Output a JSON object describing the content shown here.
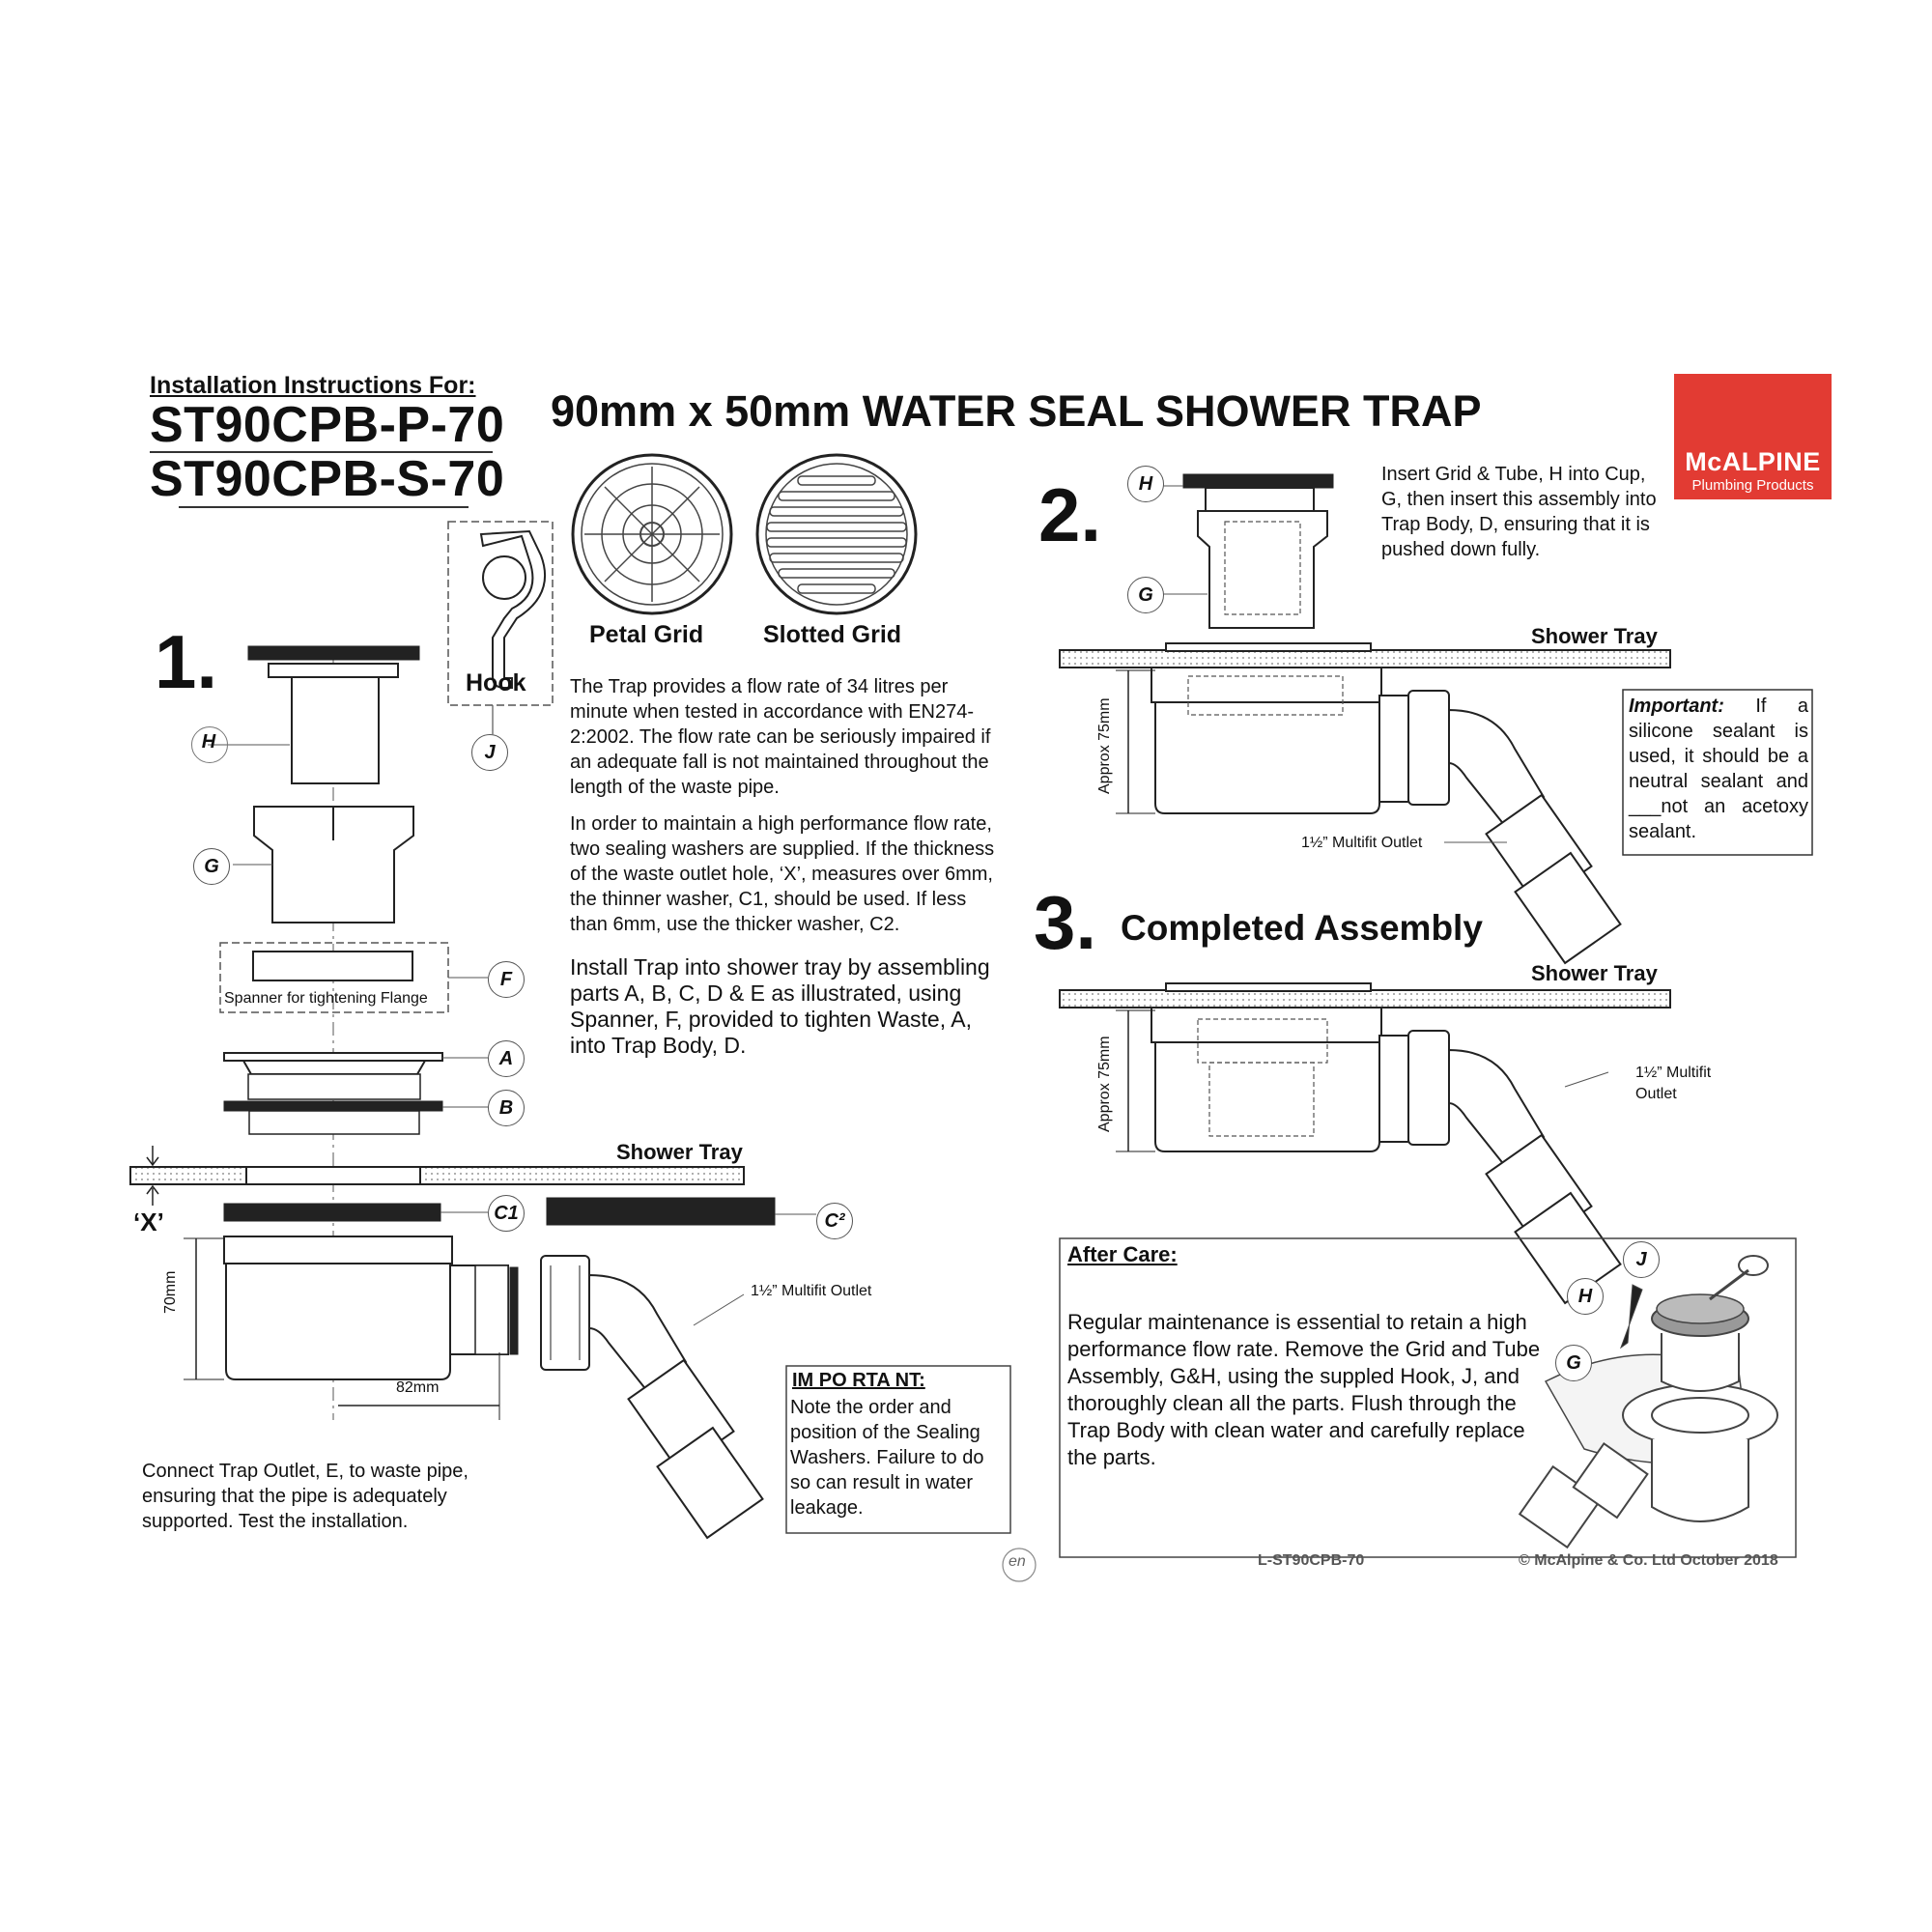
{
  "header": {
    "label": "Installation Instructions For:",
    "model_1": "ST90CPB-P-70",
    "model_2": "ST90CPB-S-70",
    "title": "90mm x 50mm WATER SEAL SHOWER TRAP"
  },
  "logo": {
    "brand": "McALPINE",
    "tagline": "Plumbing Products",
    "color": "#e23b33"
  },
  "grids": {
    "petal": "Petal Grid",
    "slotted": "Slotted Grid",
    "hook": "Hook"
  },
  "step1": {
    "number": "1.",
    "labels": {
      "H": "H",
      "G": "G",
      "F": "F",
      "A": "A",
      "B": "B",
      "J": "J",
      "C1": "C1",
      "C2": "C²",
      "X": "‘X’"
    },
    "spanner": "Spanner for tightening Flange",
    "shower_tray": "Shower Tray",
    "dim_70": "70mm",
    "dim_82": "82mm",
    "outlet": "1½” Multifit Outlet",
    "connect_text": "Connect Trap Outlet, E, to waste pipe, ensuring that the pipe is adequately supported. Test the installation."
  },
  "description": {
    "para1": "The Trap provides a flow rate of 34 litres per minute when tested in accordance with EN274-2:2002. The flow rate can be seriously impaired if an adequate fall is not maintained throughout the length of the waste pipe.",
    "para2": "In order to maintain a high performance flow rate, two sealing washers are supplied. If the thickness of the waste outlet hole, ‘X’, measures over 6mm, the thinner washer, C1, should be used. If less than 6mm, use the thicker washer, C2.",
    "para3": "Install Trap into shower tray by assembling parts A, B, C, D & E as illustrated, using Spanner, F, provided to tighten Waste, A, into Trap Body, D."
  },
  "important_box": {
    "title": "IM PO RTA NT:",
    "text": "Note the order and position of the Sealing Washers. Failure to do so can result in water leakage."
  },
  "step2": {
    "number": "2.",
    "text": "Insert Grid & Tube, H into Cup, G, then insert this assembly into Trap Body, D, ensuring that it is pushed down fully.",
    "label_h": "H",
    "label_g": "G",
    "shower_tray": "Shower Tray",
    "approx": "Approx 75mm",
    "outlet": "1½” Multifit Outlet"
  },
  "important_sealant": {
    "title": "Important:",
    "text": "If a silicone sealant is used, it should be a neutral sealant and ___not an acetoxy sealant."
  },
  "step3": {
    "number": "3.",
    "title": "Completed Assembly",
    "shower_tray": "Shower Tray",
    "approx": "Approx 75mm",
    "outlet": "1½” Multifit Outlet"
  },
  "after_care": {
    "title": "After Care:",
    "text": "Regular maintenance is essential to retain a high performance flow rate. Remove the Grid and Tube Assembly, G&H, using the suppled Hook, J, and thoroughly clean all the parts. Flush through the Trap Body with clean water and carefully replace the parts.",
    "label_j": "J",
    "label_h": "H",
    "label_g": "G"
  },
  "footer": {
    "lang": "en",
    "code": "L-ST90CPB-70",
    "copyright": "© McAlpine & Co. Ltd October 2018"
  }
}
